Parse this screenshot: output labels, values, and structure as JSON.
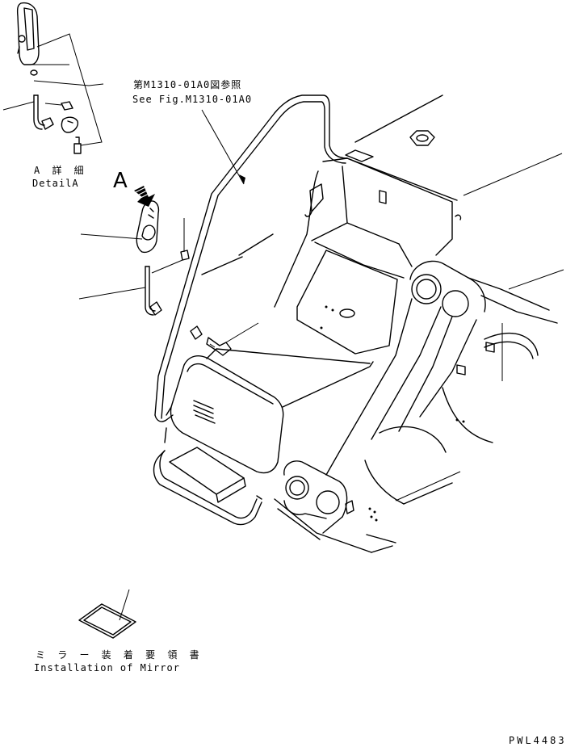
{
  "labels": {
    "ref_jp": "第M1310-01A0図参照",
    "ref_en": "See Fig.M1310-01A0",
    "detail_jp": "A 詳 細",
    "detail_en": "DetailA",
    "view_arrow": "A",
    "manual_jp": "ミ ラ ー 装 着 要 領 書",
    "manual_en": "Installation of Mirror",
    "drawing_code": "PWL4483"
  },
  "icons": [
    "view-direction-arrow-icon"
  ]
}
